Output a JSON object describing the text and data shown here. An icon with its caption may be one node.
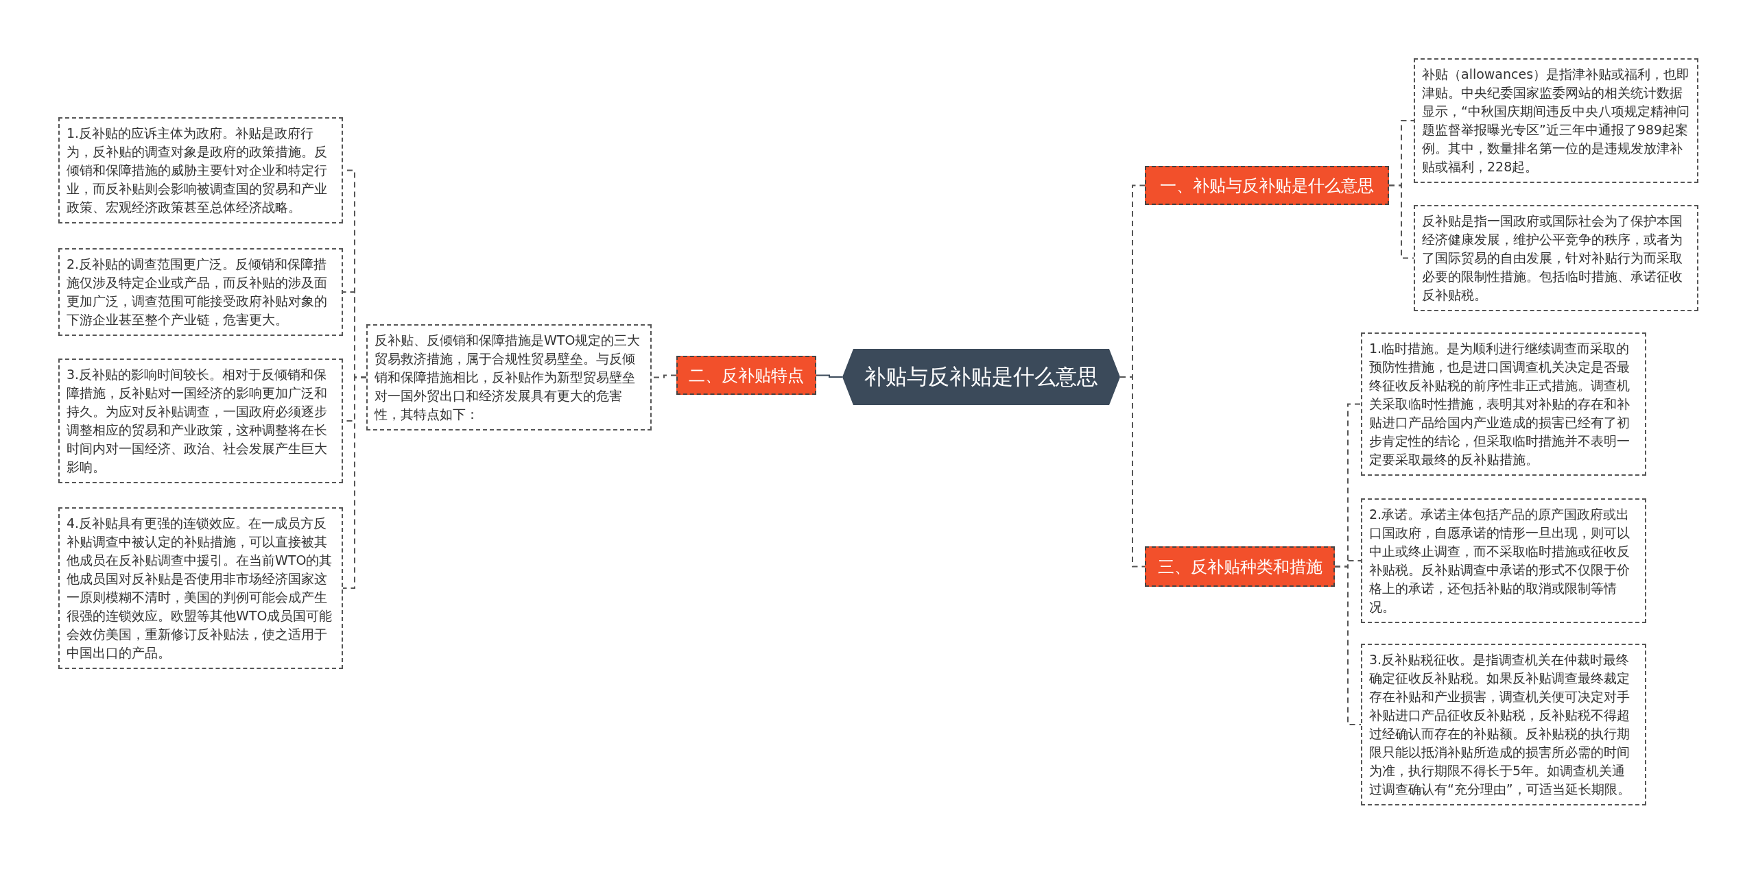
{
  "diagram": {
    "nodes": [
      {
        "text": [
          "补贴与反补贴是什么意思"
        ]
      },
      {
        "text": [
          "一、补贴与反补贴是什么意思"
        ]
      },
      {
        "text": [
          "补贴（allowances）是指津补贴或福利，也即津贴。中央纪委国家监委网站的相关统计数据显示，“中秋国庆期间违反中央八项规定精神问题监督举报曝光专区”近三年中通报了989起案例。其中，数量排名第一位的是违规发放津补贴或福利，228起。"
        ]
      },
      {
        "text": [
          "反补贴是指一国政府或国际社会为了保护本国经济健康发展，维护公平竞争的秩序，或者为了国际贸易的自由发展，针对补贴行为而采取必要的限制性措施。包括临时措施、承诺征收反补贴税。"
        ]
      },
      {
        "text": [
          "二、反补贴特点"
        ]
      },
      {
        "text": [
          "反补贴、反倾销和保障措施是WTO规定的三大贸易救济措施，属于合规性贸易壁垒。与反倾销和保障措施相比，反补贴作为新型贸易壁垒对一国外贸出口和经济发展具有更大的危害性，其特点如下："
        ]
      },
      {
        "text": [
          "1.反补贴的应诉主体为政府。补贴是政府行为，反补贴的调查对象是政府的政策措施。反倾销和保障措施的威胁主要针对企业和特定行业，而反补贴则会影响被调查国的贸易和产业政策、宏观经济政策甚至总体经济战略。"
        ]
      },
      {
        "text": [
          "2.反补贴的调查范围更广泛。反倾销和保障措施仅涉及特定企业或产品，而反补贴的涉及面更加广泛，调查范围可能接受政府补贴对象的下游企业甚至整个产业链，危害更大。"
        ]
      },
      {
        "text": [
          "3.反补贴的影响时间较长。相对于反倾销和保障措施，反补贴对一国经济的影响更加广泛和持久。为应对反补贴调查，一国政府必须逐步调整相应的贸易和产业政策，这种调整将在长时间内对一国经济、政治、社会发展产生巨大影响。"
        ]
      },
      {
        "text": [
          "4.反补贴具有更强的连锁效应。在一成员方反补贴调查中被认定的补贴措施，可以直接被其他成员在反补贴调查中援引。在当前WTO的其他成员国对反补贴是否使用非市场经济国家这一原则模糊不清时，美国的判例可能会成产生很强的连锁效应。欧盟等其他WTO成员国可能会效仿美国，重新修订反补贴法，使之适用于中国出口的产品。"
        ]
      },
      {
        "text": [
          "三、反补贴种类和措施"
        ]
      },
      {
        "text": [
          "1.临时措施。是为顺利进行继续调查而采取的预防性措施，也是进口国调查机关决定是否最终征收反补贴税的前序性非正式措施。调查机关采取临时性措施，表明其对补贴的存在和补贴进口产品给国内产业造成的损害已经有了初步肯定性的结论，但采取临时措施并不表明一定要采取最终的反补贴措施。"
        ]
      },
      {
        "text": [
          "2.承诺。承诺主体包括产品的原产国政府或出口国政府，自愿承诺的情形一旦出现，则可以中止或终止调查，而不采取临时措施或征收反补贴税。反补贴调查中承诺的形式不仅限于价格上的承诺，还包括补贴的取消或限制等情况。"
        ]
      },
      {
        "text": [
          "3.反补贴税征收。是指调查机关在仲裁时最终确定征收反补贴税。如果反补贴调查最终裁定存在补贴和产业损害，调查机关便可决定对手补贴进口产品征收反补贴税，反补贴税不得超过经确认而存在的补贴额。反补贴税的执行期限只能以抵消补贴所造成的损害所必需的时间为准，执行期限不得长于5年。如调查机关通过调查确认有“充分理由”，可适当延长期限。"
        ]
      }
    ],
    "edges": [
      {
        "from": 0,
        "to": 1,
        "arrow": "none",
        "style": "dashed"
      },
      {
        "from": 1,
        "to": 2,
        "arrow": "none",
        "style": "dashed"
      },
      {
        "from": 1,
        "to": 3,
        "arrow": "none",
        "style": "dashed"
      },
      {
        "from": 0,
        "to": 4,
        "arrow": "none"
      },
      {
        "from": 4,
        "to": 5,
        "arrow": "none",
        "style": "dashed"
      },
      {
        "from": 5,
        "to": 6,
        "arrow": "none",
        "style": "dashed"
      },
      {
        "from": 5,
        "to": 7,
        "arrow": "none",
        "style": "dashed"
      },
      {
        "from": 5,
        "to": 8,
        "arrow": "none",
        "style": "dashed"
      },
      {
        "from": 5,
        "to": 9,
        "arrow": "none",
        "style": "dashed"
      },
      {
        "from": 0,
        "to": 10,
        "arrow": "none",
        "style": "dashed"
      },
      {
        "from": 10,
        "to": 11,
        "arrow": "none",
        "style": "dashed"
      },
      {
        "from": 10,
        "to": 12,
        "arrow": "none",
        "style": "dashed"
      },
      {
        "from": 10,
        "to": 13,
        "arrow": "none",
        "style": "dashed"
      }
    ]
  }
}
